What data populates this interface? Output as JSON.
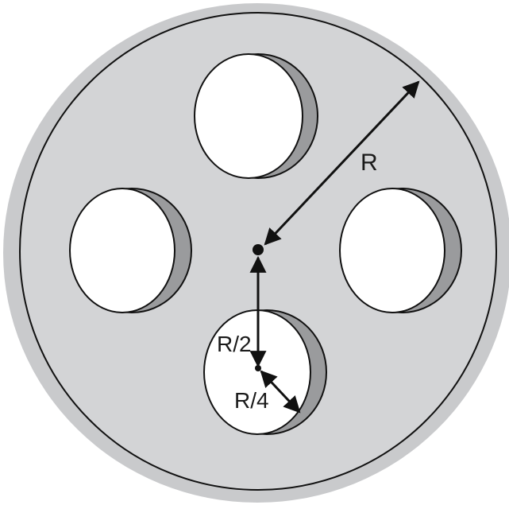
{
  "labels": {
    "outer_radius": "R",
    "hole_offset": "R/2",
    "hole_radius": "R/4"
  },
  "colors": {
    "disk_fill": "#d3d4d6",
    "disk_edge_fill": "#c9cacc",
    "hole_fill": "#ffffff",
    "hole_shadow": "#9a9b9d",
    "stroke": "#111111"
  }
}
